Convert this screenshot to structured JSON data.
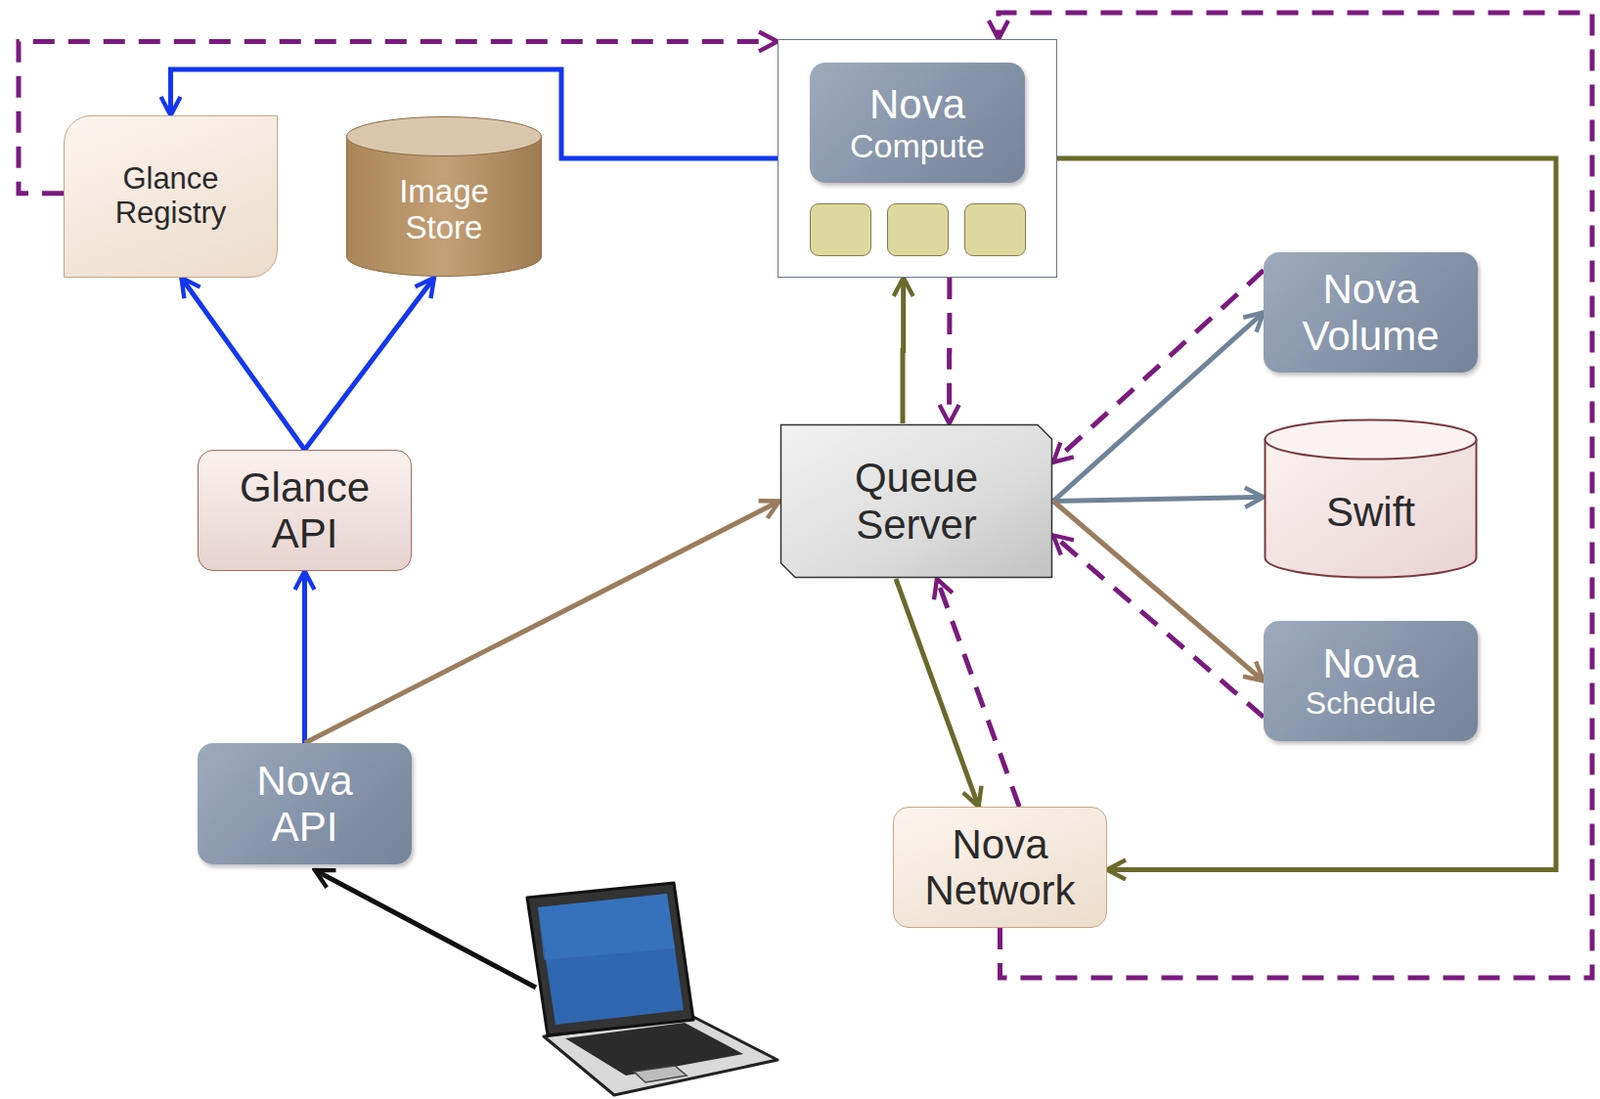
{
  "diagram": {
    "nodes": [
      {
        "text": [
          "Glance Registry"
        ]
      },
      {
        "text": [
          "Image Store"
        ]
      },
      {
        "text": [
          "Nova",
          "Compute"
        ]
      },
      {
        "text": [
          "Glance API"
        ]
      },
      {
        "text": [
          "Queue Server"
        ]
      },
      {
        "text": [
          "Nova Volume"
        ]
      },
      {
        "text": [
          "Swift"
        ]
      },
      {
        "text": [
          "Nova",
          "Schedule"
        ]
      },
      {
        "text": [
          "Nova API"
        ]
      },
      {
        "text": [
          "Nova Network"
        ]
      }
    ],
    "edges": [
      {
        "from": 8,
        "to": 3,
        "arrow": "to"
      },
      {
        "from": 3,
        "to": 0,
        "arrow": "to"
      },
      {
        "from": 3,
        "to": 1,
        "arrow": "to"
      },
      {
        "from": 2,
        "to": 0,
        "arrow": "to"
      },
      {
        "from": 8,
        "to": 4,
        "arrow": "to"
      },
      {
        "from": 4,
        "to": 2,
        "arrow": "to"
      },
      {
        "from": 2,
        "to": 4,
        "arrow": "to"
      },
      {
        "from": 4,
        "to": 5,
        "arrow": "to"
      },
      {
        "from": 4,
        "to": 6,
        "arrow": "to"
      },
      {
        "from": 4,
        "to": 7,
        "arrow": "to"
      },
      {
        "from": 5,
        "to": 4,
        "arrow": "to"
      },
      {
        "from": 7,
        "to": 4,
        "arrow": "to"
      },
      {
        "from": 4,
        "to": 9,
        "arrow": "to"
      },
      {
        "from": 9,
        "to": 4,
        "arrow": "to"
      },
      {
        "from": 2,
        "to": 9,
        "arrow": "to"
      },
      {
        "from": 0,
        "to": 2,
        "arrow": "to"
      },
      {
        "from": 9,
        "to": 2,
        "arrow": "to"
      }
    ]
  }
}
